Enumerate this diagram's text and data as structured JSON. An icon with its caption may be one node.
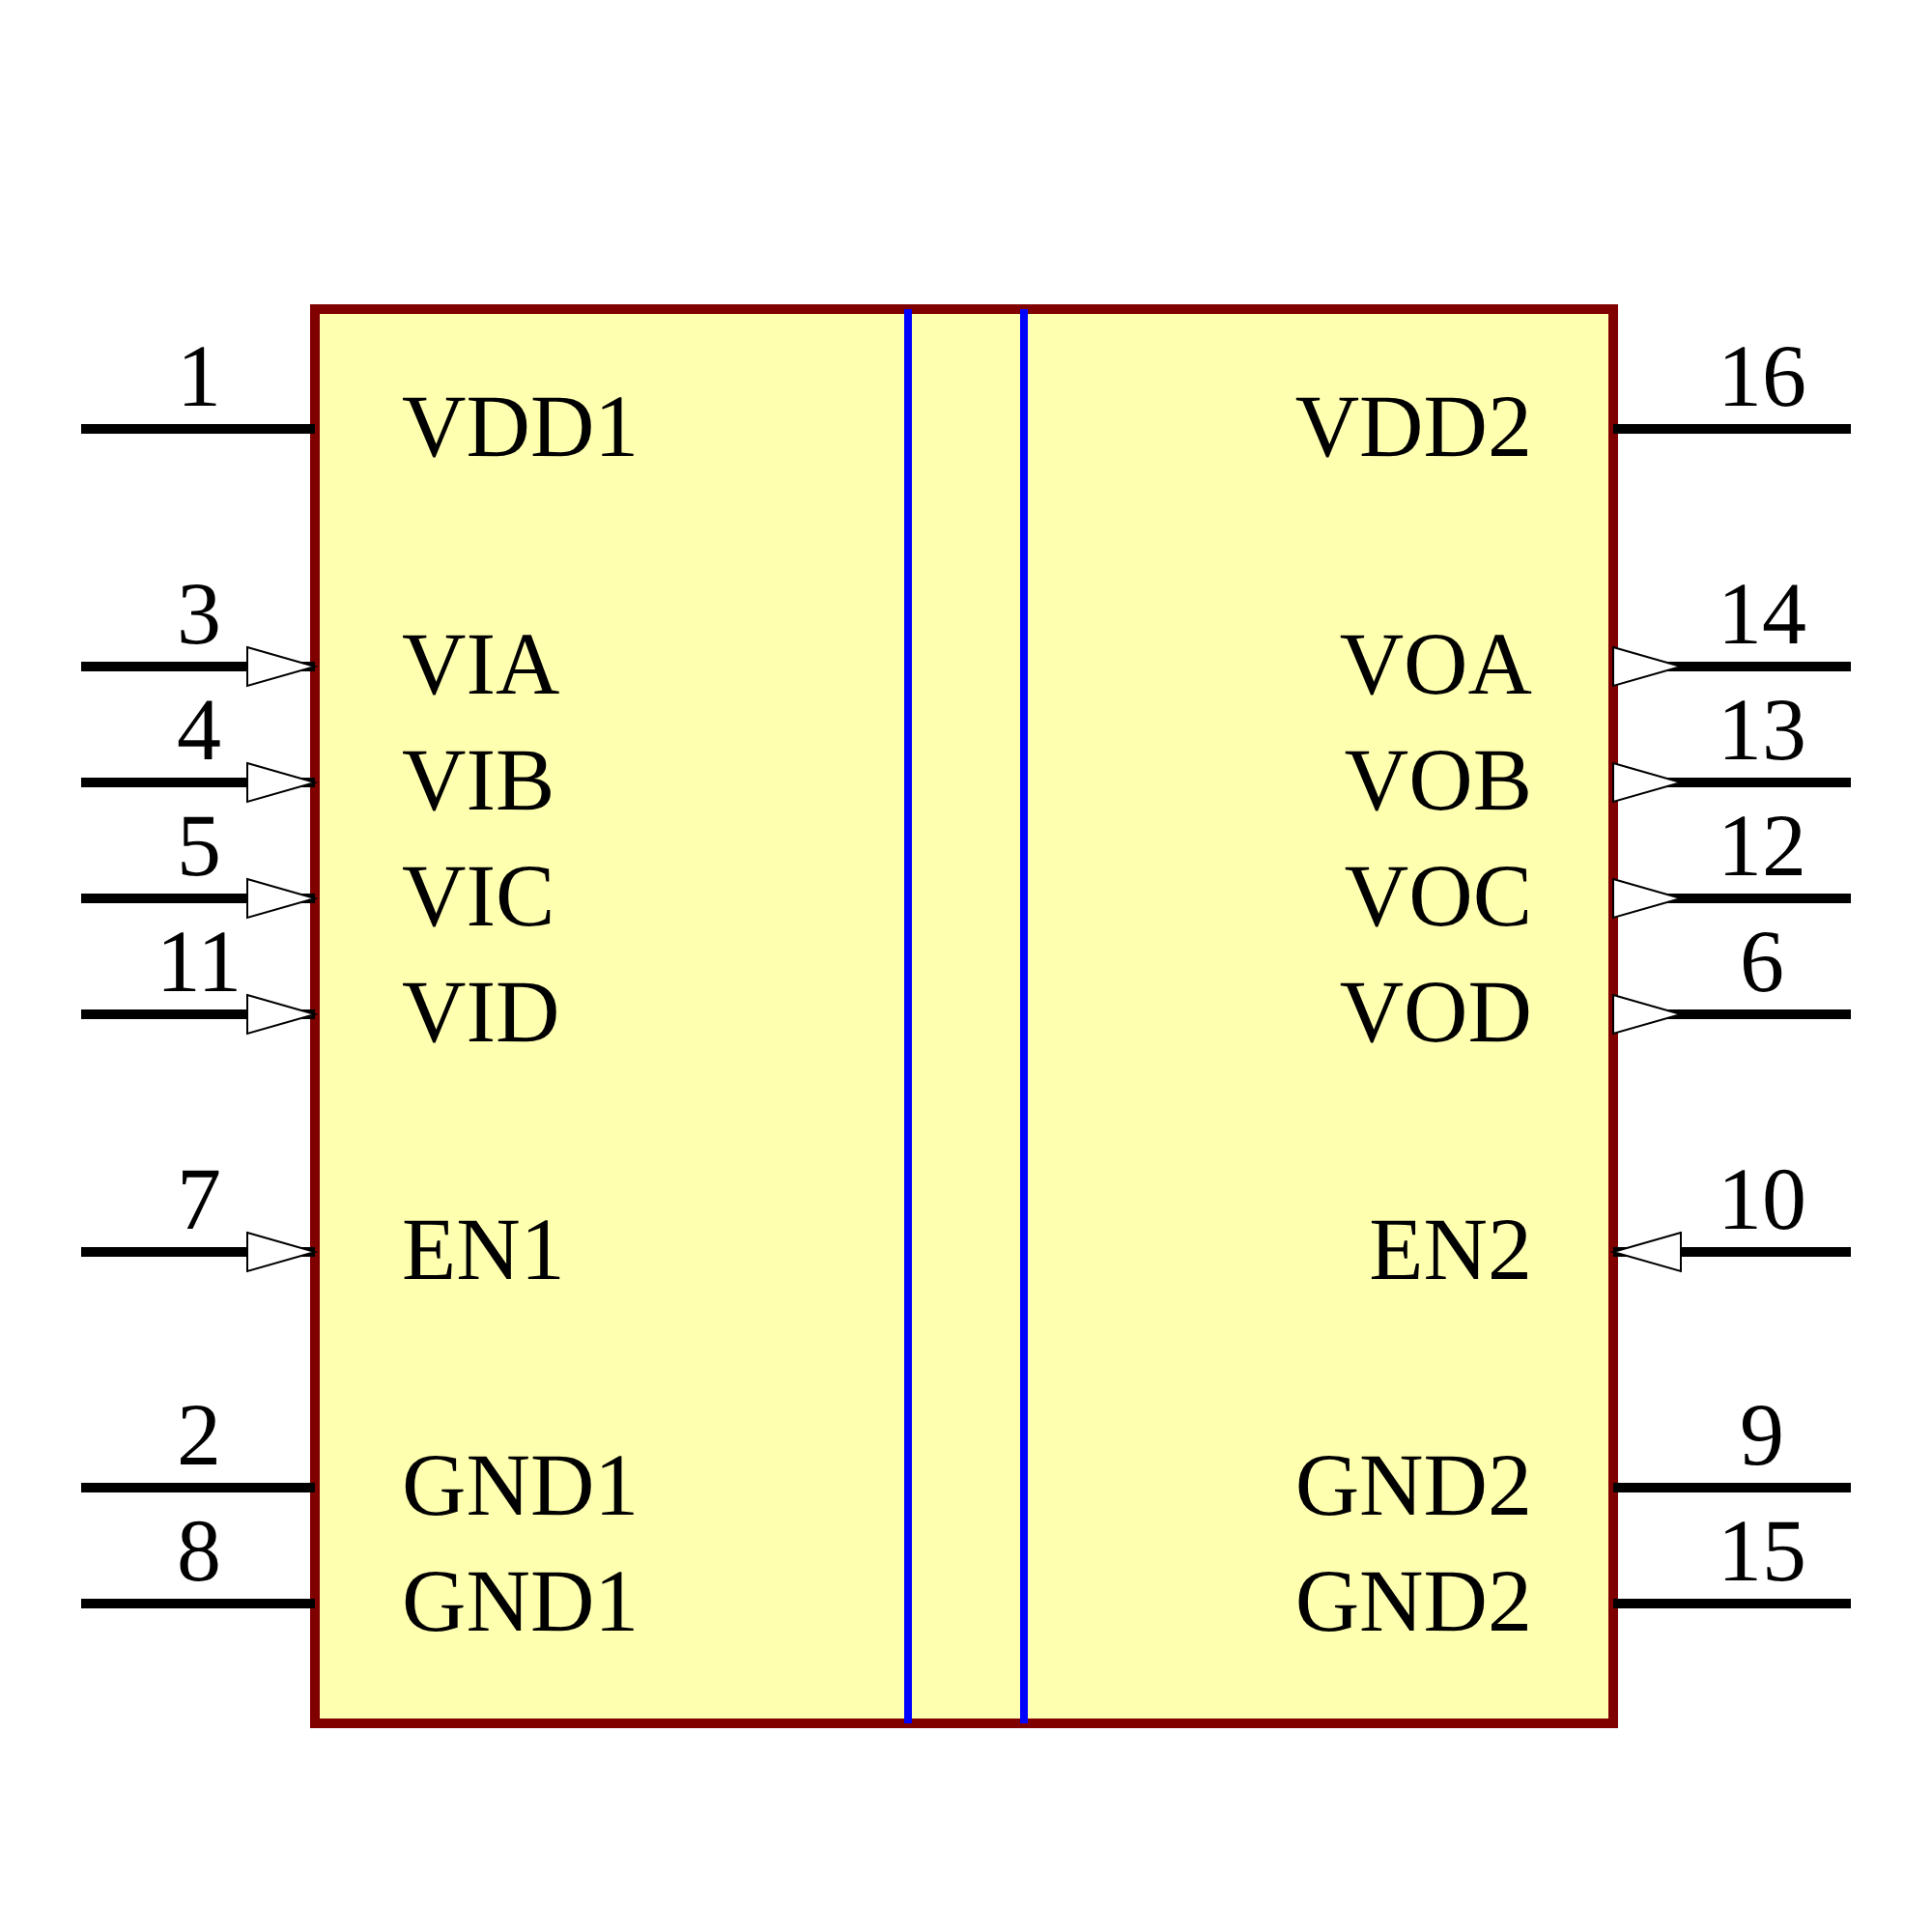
{
  "diagram": {
    "labels": [
      "1",
      "VDD1",
      "VDD2",
      "16",
      "3",
      "VIA",
      "VOA",
      "14",
      "4",
      "VIB",
      "VOB",
      "13",
      "5",
      "VIC",
      "VOC",
      "12",
      "11",
      "VID",
      "VOD",
      "6",
      "7",
      "EN1",
      "EN2",
      "10",
      "2",
      "GND1",
      "GND2",
      "9",
      "8",
      "GND1",
      "GND2",
      "15"
    ]
  }
}
